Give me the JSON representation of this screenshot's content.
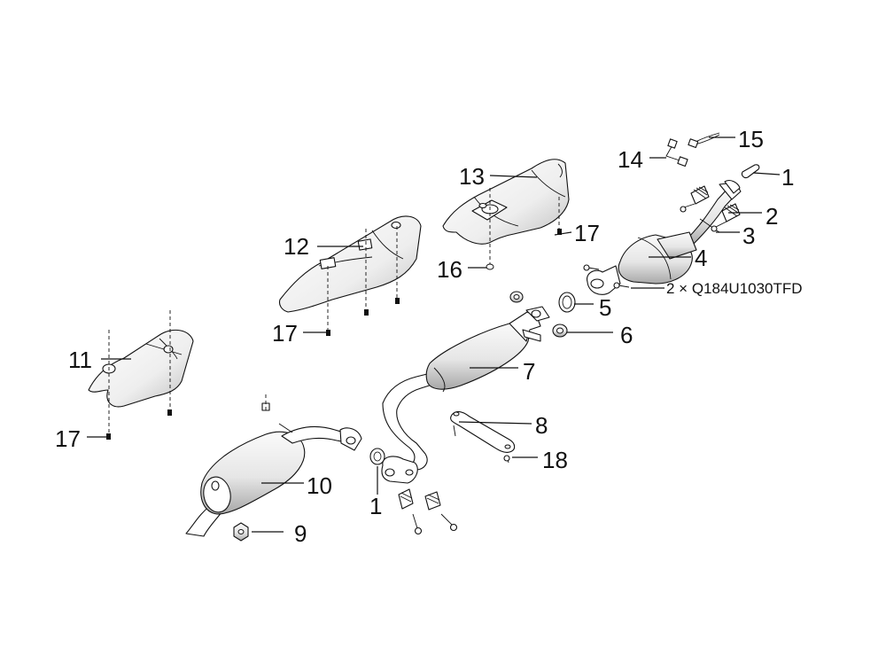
{
  "callouts": [
    {
      "id": "c1a",
      "number": "1"
    },
    {
      "id": "c1b",
      "number": "1"
    },
    {
      "id": "c2",
      "number": "2"
    },
    {
      "id": "c3",
      "number": "3"
    },
    {
      "id": "c4",
      "number": "4"
    },
    {
      "id": "c5",
      "number": "5"
    },
    {
      "id": "c6",
      "number": "6"
    },
    {
      "id": "c7",
      "number": "7"
    },
    {
      "id": "c8",
      "number": "8"
    },
    {
      "id": "c9",
      "number": "9"
    },
    {
      "id": "c10",
      "number": "10"
    },
    {
      "id": "c11",
      "number": "11"
    },
    {
      "id": "c12",
      "number": "12"
    },
    {
      "id": "c13",
      "number": "13"
    },
    {
      "id": "c14",
      "number": "14"
    },
    {
      "id": "c15",
      "number": "15"
    },
    {
      "id": "c16",
      "number": "16"
    },
    {
      "id": "c17a",
      "number": "17"
    },
    {
      "id": "c17b",
      "number": "17"
    },
    {
      "id": "c17c",
      "number": "17"
    },
    {
      "id": "c17d",
      "number": "17"
    },
    {
      "id": "c18",
      "number": "18"
    }
  ],
  "annotations": {
    "bolt_spec": "2 × Q184U1030TFD"
  },
  "colors": {
    "line": "#111111",
    "background": "#ffffff",
    "metal_light": "#f4f4f4",
    "metal_dark": "#9a9a9a"
  }
}
